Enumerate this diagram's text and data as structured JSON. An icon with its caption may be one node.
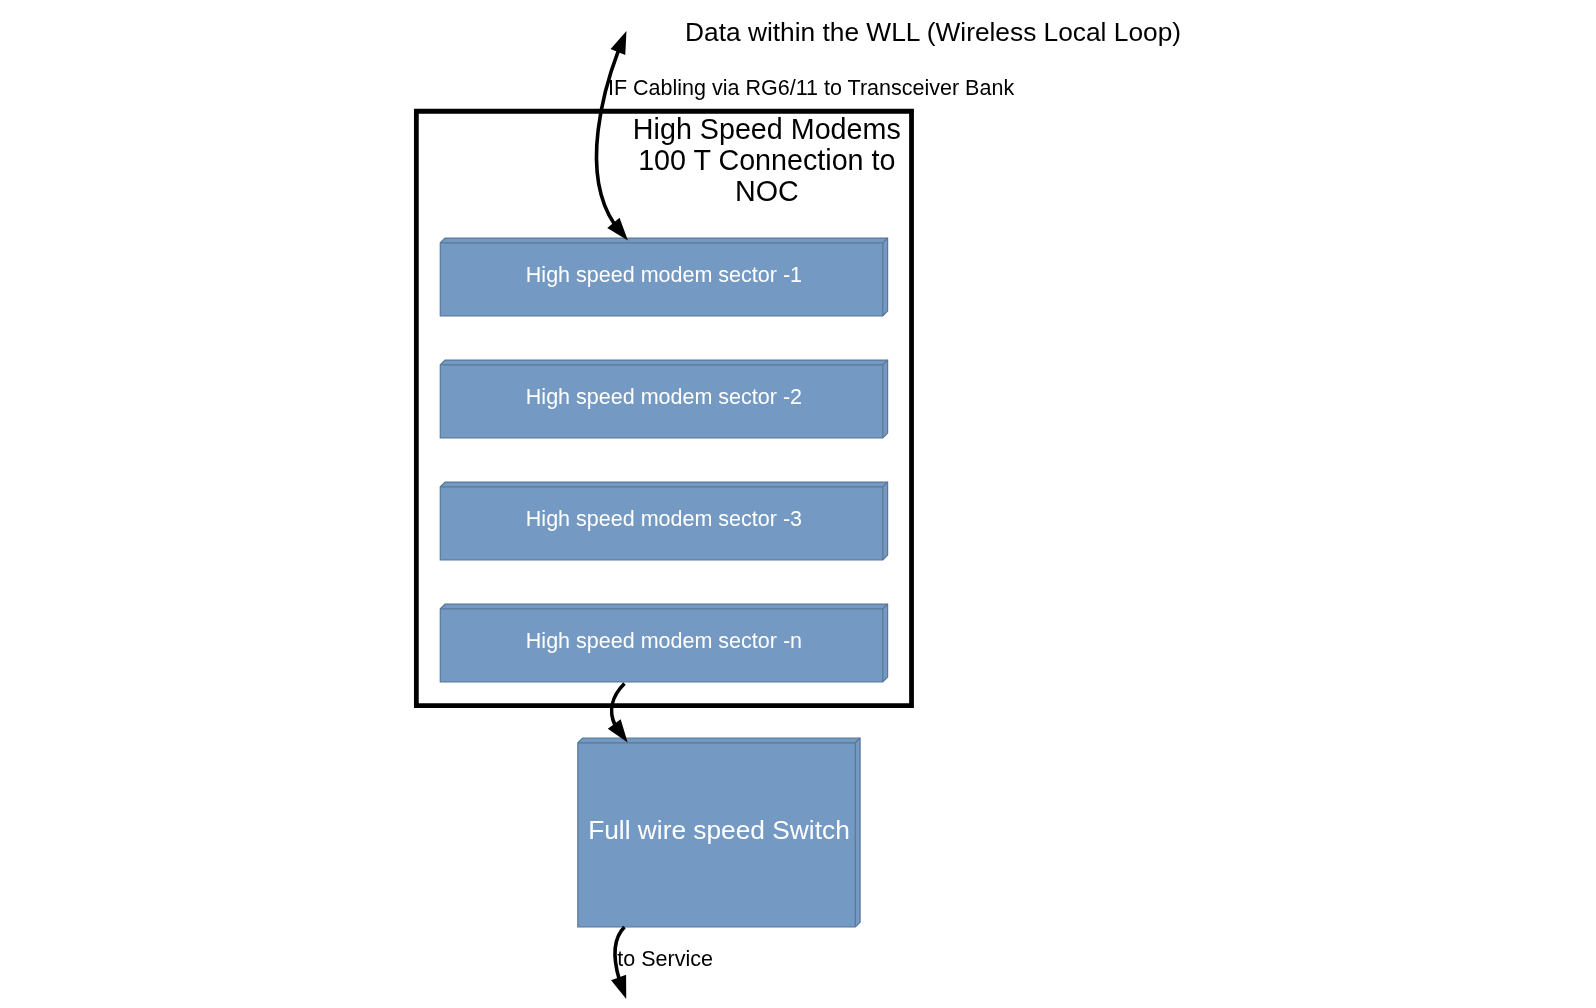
{
  "diagram": {
    "nodes": [
      {
        "text": [
          "High Speed Modems 100 T Connection to NOC"
        ]
      },
      {
        "text": [
          "High speed modem sector -1"
        ],
        "in": 0
      },
      {
        "text": [
          "High speed modem sector -2"
        ],
        "in": 0
      },
      {
        "text": [
          "High speed modem sector -3"
        ],
        "in": 0
      },
      {
        "text": [
          "High speed modem sector -n"
        ],
        "in": 0
      },
      {
        "text": [
          "Full wire speed Switch"
        ]
      }
    ],
    "edges": [
      {
        "from": null,
        "to": 1,
        "arrow": "both",
        "label": "IF Cabling via RG6/11 to Transceiver Bank"
      },
      {
        "from": 4,
        "to": 5,
        "arrow": "to"
      },
      {
        "from": 5,
        "to": null,
        "arrow": "to",
        "label": "to Service"
      }
    ],
    "labels": [
      "Data within the WLL (Wireless Local Loop)"
    ]
  }
}
